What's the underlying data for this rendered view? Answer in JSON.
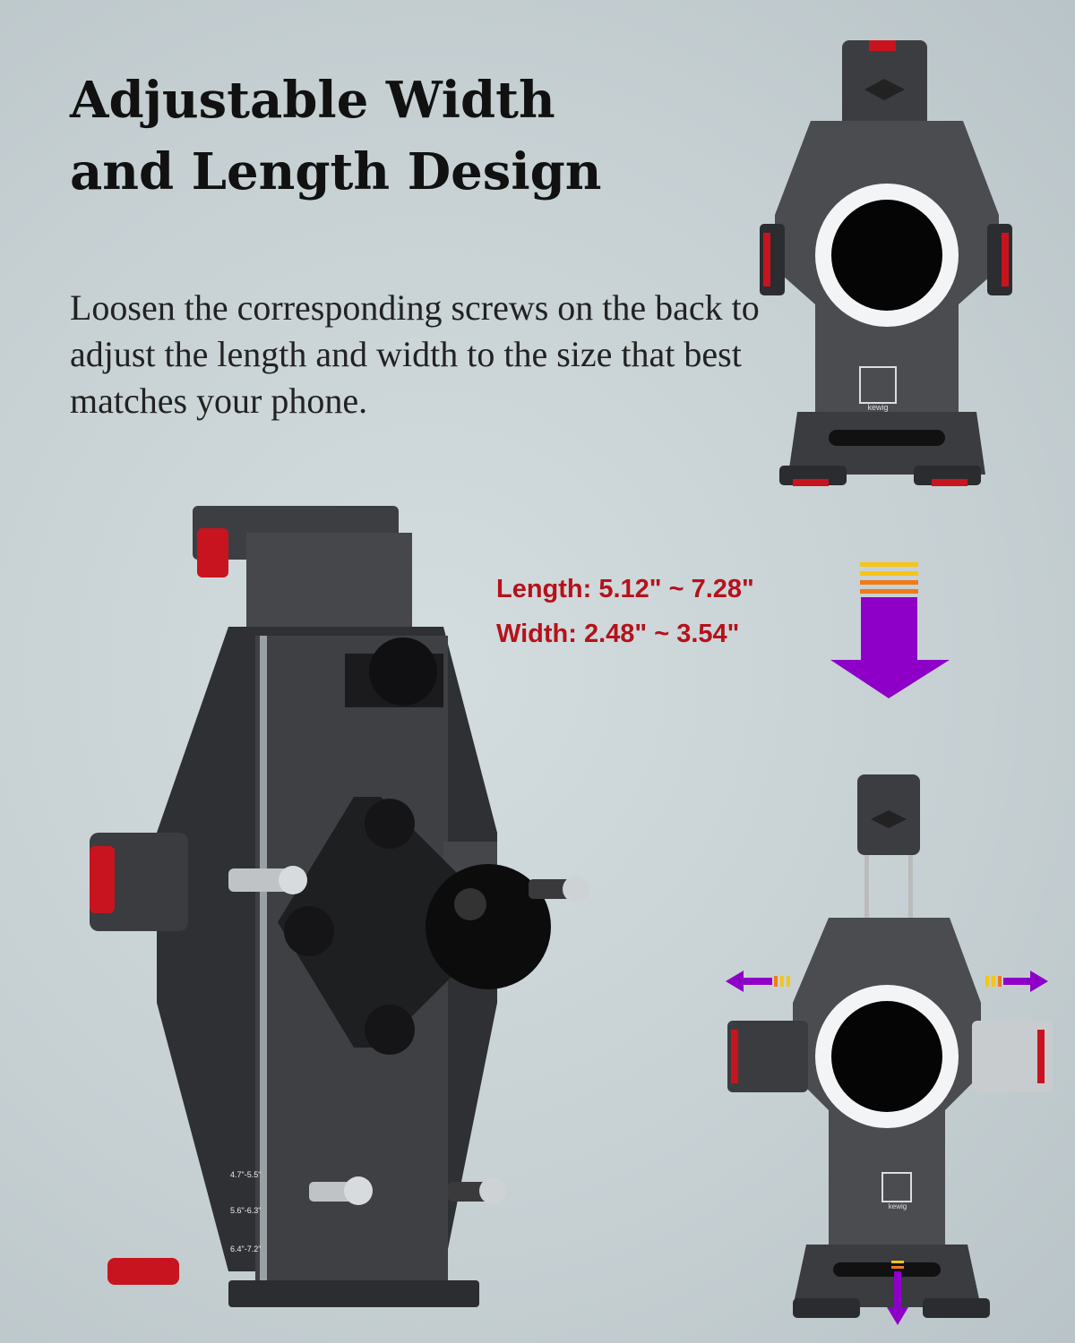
{
  "heading": {
    "line1": "Adjustable Width",
    "line2": "and Length Design"
  },
  "description": "Loosen the corresponding screws on the back to adjust the length and width to the size that best matches your phone.",
  "specs": {
    "length": "Length: 5.12\" ~ 7.28\"",
    "width": "Width: 2.48\" ~ 3.54\""
  },
  "size_scale": [
    "4.7\"-5.5\"",
    "5.6\"-6.3\"",
    "6.4\"-7.2\""
  ],
  "brand": "kewig",
  "colors": {
    "spec_text": "#b5121b",
    "arrow": "#8e00c8",
    "accent_red": "#c8141e"
  }
}
